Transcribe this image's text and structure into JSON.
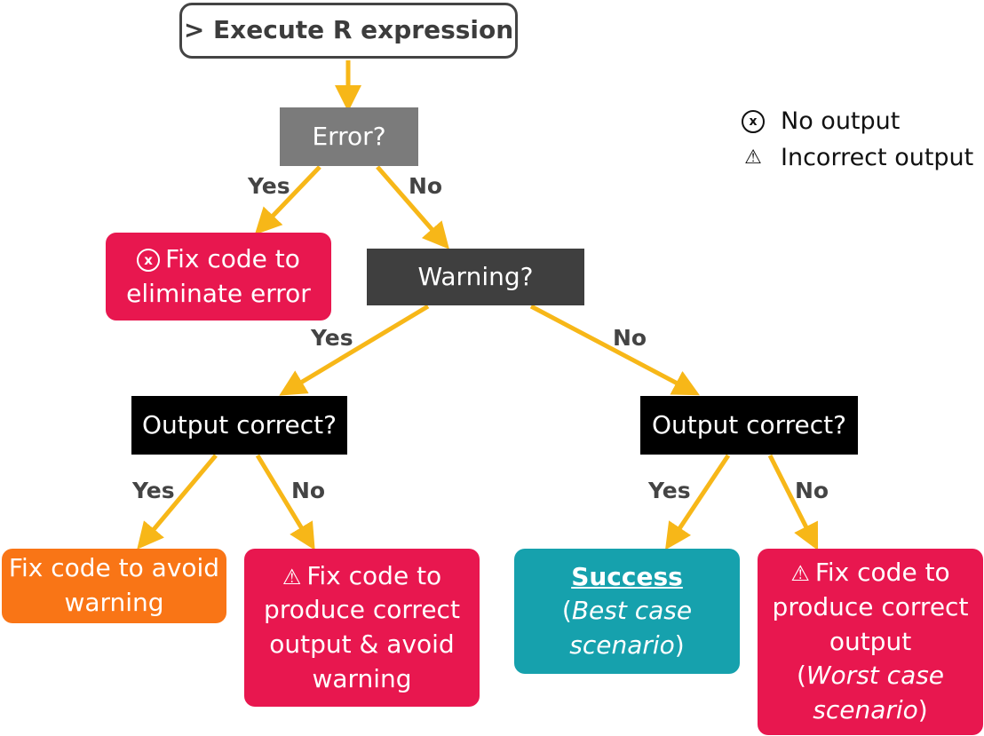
{
  "nodes": {
    "start": "> Execute R expression",
    "error_q": "Error?",
    "warning_q": "Warning?",
    "output_q_left": "Output correct?",
    "output_q_right": "Output correct?",
    "fix_error": {
      "symbol": "x",
      "line1": "Fix code to",
      "line2": "eliminate error"
    },
    "fix_warning": {
      "line1": "Fix code to avoid",
      "line2": "warning"
    },
    "fix_both": {
      "symbol": "⚠",
      "line1": "Fix code to",
      "line2": "produce correct",
      "line3": "output & avoid",
      "line4": "warning"
    },
    "success": {
      "title": "Success",
      "open": "(",
      "line2_italic": "Best case",
      "line3_italic": "scenario",
      "close": ")"
    },
    "fix_worst": {
      "symbol": "⚠",
      "line1": "Fix code to",
      "line2": "produce correct",
      "line3": "output",
      "open": "(",
      "line4_italic": "Worst case",
      "line5_italic": "scenario",
      "close": ")"
    }
  },
  "edge_labels": {
    "error_yes": "Yes",
    "error_no": "No",
    "warning_yes": "Yes",
    "warning_no": "No",
    "left_yes": "Yes",
    "left_no": "No",
    "right_yes": "Yes",
    "right_no": "No"
  },
  "legend": {
    "no_output_symbol": "x",
    "no_output": "No output",
    "incorrect_output_symbol": "⚠",
    "incorrect_output": "Incorrect output"
  },
  "colors": {
    "arrow": "#f7b718",
    "error_box": "#e8174f",
    "warning_box": "#f97516",
    "success_box": "#16a1ad"
  }
}
